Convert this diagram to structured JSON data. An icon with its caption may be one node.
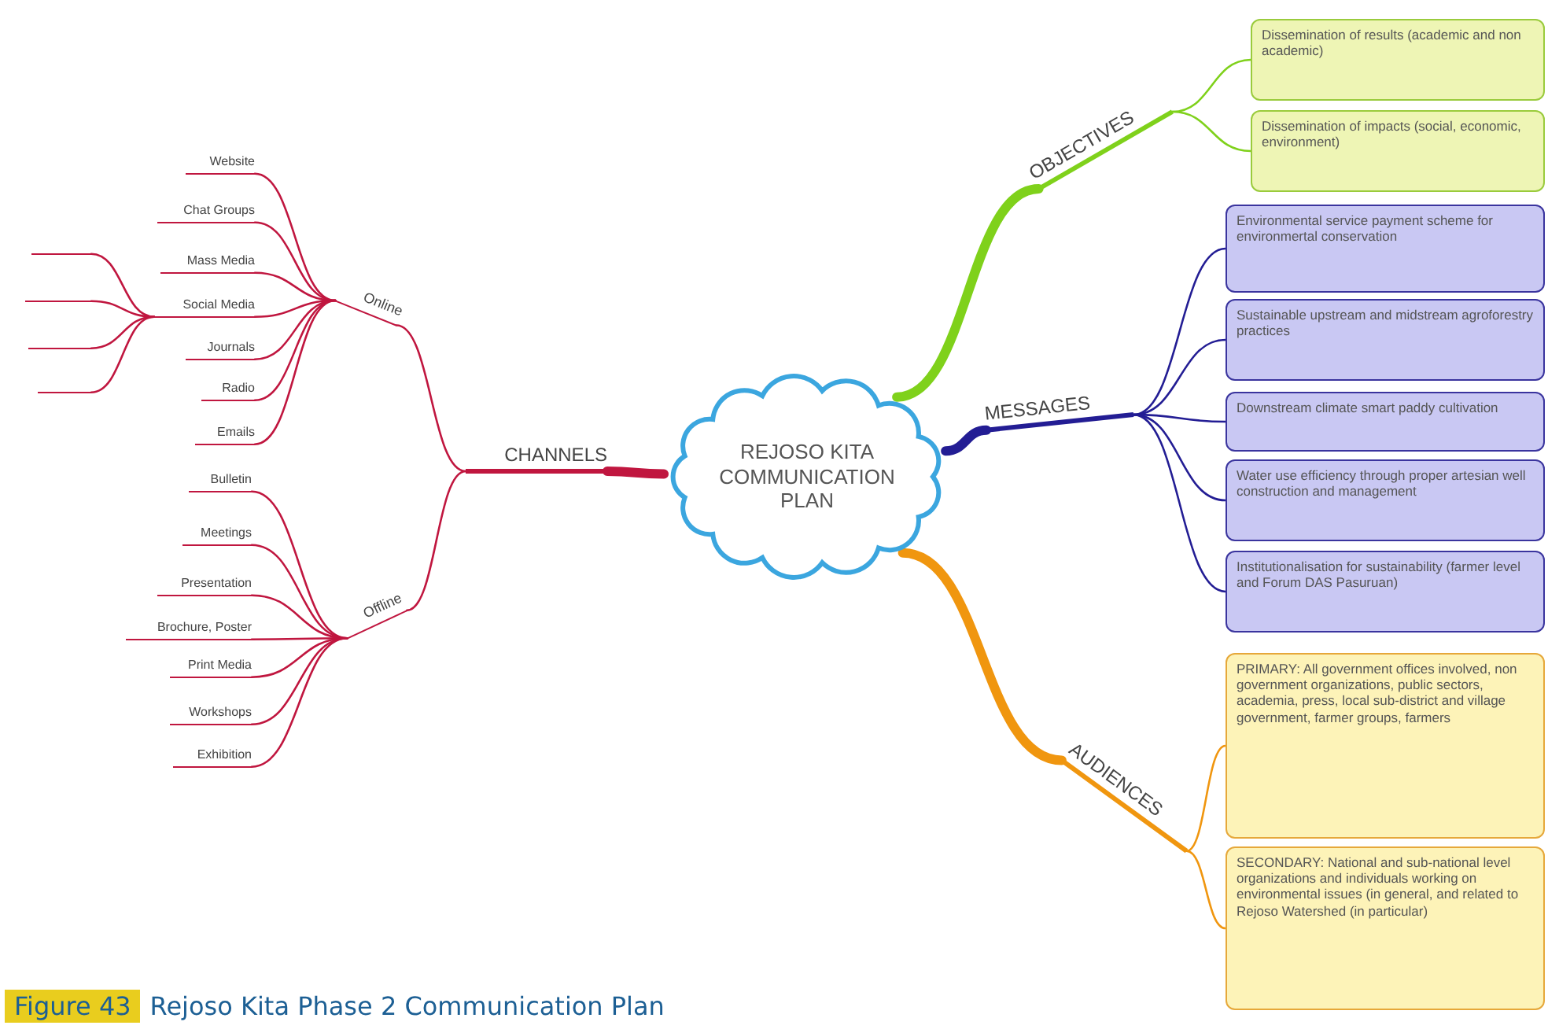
{
  "diagram": {
    "caption": "Rejoso Kita Phase 2 Communication Plan",
    "nodes": [
      {
        "text": [
          "REJOSO KITA COMMUNICATION PLAN"
        ]
      },
      {
        "text": [
          "CHANNELS"
        ]
      },
      {
        "text": [
          "Online"
        ]
      },
      {
        "text": [
          "Offline"
        ]
      },
      {
        "text": [
          "Website"
        ]
      },
      {
        "text": [
          "Chat Groups"
        ]
      },
      {
        "text": [
          "Mass Media"
        ]
      },
      {
        "text": [
          "Social Media"
        ]
      },
      {
        "text": [
          "Journals"
        ]
      },
      {
        "text": [
          "Radio"
        ]
      },
      {
        "text": [
          "Emails"
        ]
      },
      {
        "text": [],
        "shape": "line"
      },
      {
        "text": [],
        "shape": "line"
      },
      {
        "text": [],
        "shape": "line"
      },
      {
        "text": [],
        "shape": "line"
      },
      {
        "text": [
          "Bulletin"
        ]
      },
      {
        "text": [
          "Meetings"
        ]
      },
      {
        "text": [
          "Presentation"
        ]
      },
      {
        "text": [
          "Brochure, Poster"
        ]
      },
      {
        "text": [
          "Print Media"
        ]
      },
      {
        "text": [
          "Workshops"
        ]
      },
      {
        "text": [
          "Exhibition"
        ]
      },
      {
        "text": [
          "OBJECTIVES"
        ]
      },
      {
        "text": [
          "Dissemination of results (academic and non academic)"
        ]
      },
      {
        "text": [
          "Dissemination of impacts (social, economic, environment)"
        ]
      },
      {
        "text": [
          "MESSAGES"
        ]
      },
      {
        "text": [
          "Environmental service payment scheme for environmertal conservation"
        ]
      },
      {
        "text": [
          "Sustainable upstream and midstream agroforestry practices"
        ]
      },
      {
        "text": [
          "Downstream climate smart paddy cultivation"
        ]
      },
      {
        "text": [
          "Water use efficiency through proper artesian well construction and management"
        ]
      },
      {
        "text": [
          "Institutionalisation for sustainability (farmer level and Forum DAS Pasuruan)"
        ]
      },
      {
        "text": [
          "AUDIENCES"
        ]
      },
      {
        "text": [
          "PRIMARY: All government offices involved, non government organizations, public sectors, academia, press, local sub-district and village government, farmer groups, farmers"
        ]
      },
      {
        "text": [
          "SECONDARY: National and sub-national level organizations and individuals working on environmental issues (in general, and related to Rejoso Watershed (in particular)"
        ]
      }
    ],
    "edges": [
      {
        "from": 0,
        "to": 1,
        "arrow": "none",
        "style": "thick"
      },
      {
        "from": 1,
        "to": 2,
        "arrow": "none"
      },
      {
        "from": 1,
        "to": 3,
        "arrow": "none"
      },
      {
        "from": 2,
        "to": 4,
        "arrow": "none"
      },
      {
        "from": 2,
        "to": 5,
        "arrow": "none"
      },
      {
        "from": 2,
        "to": 6,
        "arrow": "none"
      },
      {
        "from": 2,
        "to": 7,
        "arrow": "none"
      },
      {
        "from": 2,
        "to": 8,
        "arrow": "none"
      },
      {
        "from": 2,
        "to": 9,
        "arrow": "none"
      },
      {
        "from": 2,
        "to": 10,
        "arrow": "none"
      },
      {
        "from": 7,
        "to": 11,
        "arrow": "none"
      },
      {
        "from": 7,
        "to": 12,
        "arrow": "none"
      },
      {
        "from": 7,
        "to": 13,
        "arrow": "none"
      },
      {
        "from": 7,
        "to": 14,
        "arrow": "none"
      },
      {
        "from": 3,
        "to": 15,
        "arrow": "none"
      },
      {
        "from": 3,
        "to": 16,
        "arrow": "none"
      },
      {
        "from": 3,
        "to": 17,
        "arrow": "none"
      },
      {
        "from": 3,
        "to": 18,
        "arrow": "none"
      },
      {
        "from": 3,
        "to": 19,
        "arrow": "none"
      },
      {
        "from": 3,
        "to": 20,
        "arrow": "none"
      },
      {
        "from": 3,
        "to": 21,
        "arrow": "none"
      },
      {
        "from": 0,
        "to": 22,
        "arrow": "none",
        "style": "thick",
        "color": "#7fd11b"
      },
      {
        "from": 22,
        "to": 23,
        "arrow": "none",
        "color": "#7fd11b"
      },
      {
        "from": 22,
        "to": 24,
        "arrow": "none",
        "color": "#7fd11b"
      },
      {
        "from": 0,
        "to": 25,
        "arrow": "none",
        "style": "thick",
        "color": "#231d94"
      },
      {
        "from": 25,
        "to": 26,
        "arrow": "none",
        "color": "#231d94"
      },
      {
        "from": 25,
        "to": 27,
        "arrow": "none",
        "color": "#231d94"
      },
      {
        "from": 25,
        "to": 28,
        "arrow": "none",
        "color": "#231d94"
      },
      {
        "from": 25,
        "to": 29,
        "arrow": "none",
        "color": "#231d94"
      },
      {
        "from": 25,
        "to": 30,
        "arrow": "none",
        "color": "#231d94"
      },
      {
        "from": 0,
        "to": 31,
        "arrow": "none",
        "style": "thick",
        "color": "#f0960f"
      },
      {
        "from": 31,
        "to": 32,
        "arrow": "none",
        "color": "#f0960f"
      },
      {
        "from": 31,
        "to": 33,
        "arrow": "none",
        "color": "#f0960f"
      }
    ],
    "labels": [
      "Figure 43"
    ]
  }
}
